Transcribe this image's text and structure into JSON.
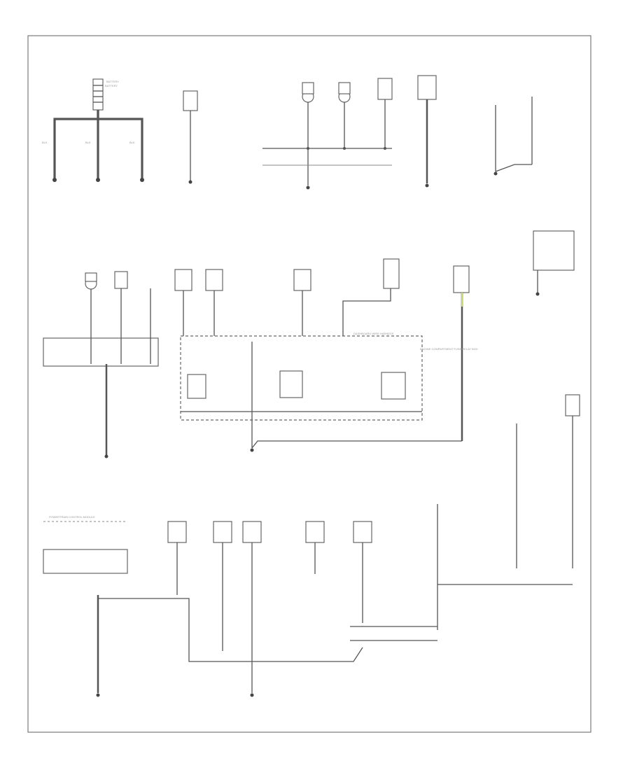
{
  "labels": {
    "battery": "BATTERY",
    "powertrain_control_module": "POWERTRAIN CONTROL MODULE",
    "engine_compartment_fuse_relay_box": "ENGINE COMPARTMENT FUSE/RELAY BOX",
    "dashboard_wire_harness": "DASHBOARD WIRE HARNESS",
    "footer_code": ""
  },
  "colors": {
    "line": "#555555",
    "frame": "#7a7a7a",
    "accent_wire": "#c8d86a"
  },
  "icons": {
    "ground": "ground-icon",
    "splice": "splice-dot-icon",
    "connector": "connector-box-icon"
  }
}
